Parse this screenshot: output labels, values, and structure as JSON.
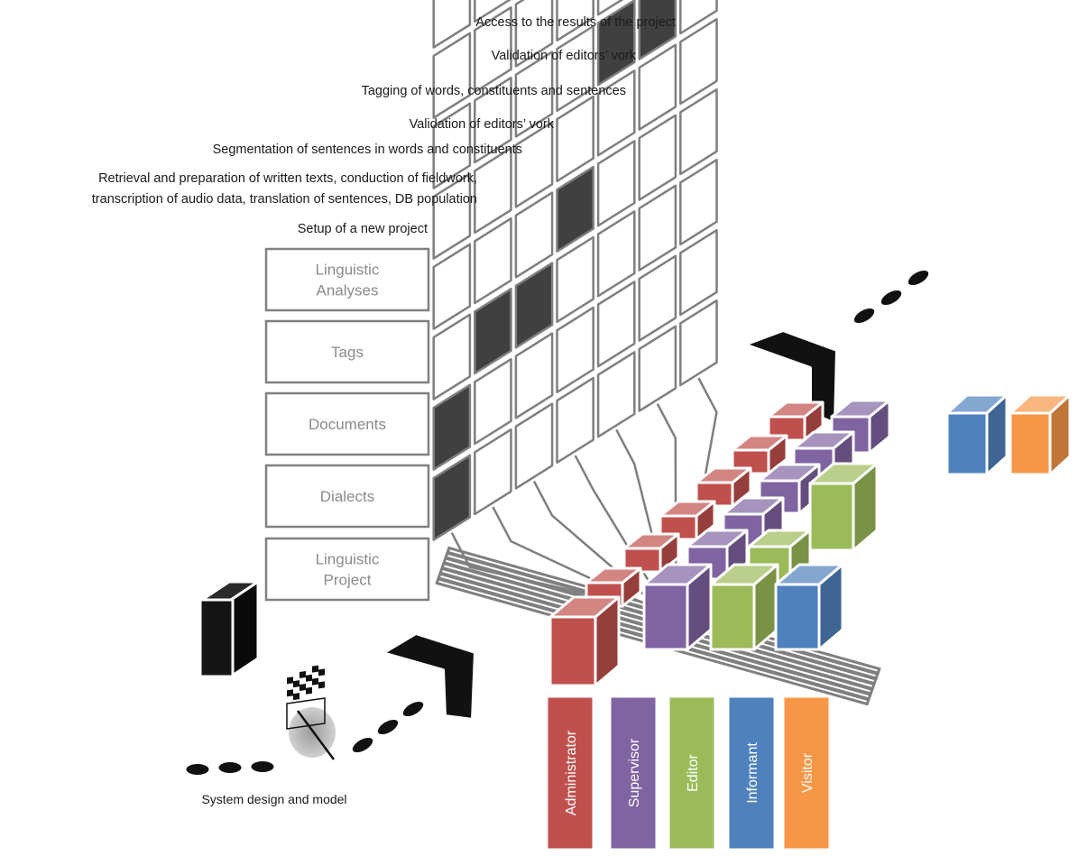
{
  "steps": [
    "Access to the results of the project",
    "Validation of editors’ vork",
    "Tagging of words, constituents and sentences",
    "Validation of editors’ vork",
    "Segmentation of sentences in words and constituents",
    "Retrieval and preparation of written texts, conduction of fieldwork,",
    "transcription of audio data, translation of sentences, DB population",
    "Setup of a new project"
  ],
  "modules": [
    "Linguistic",
    "Analyses",
    "Tags",
    "Documents",
    "Dialects",
    "Linguistic",
    "Project"
  ],
  "roles": [
    {
      "label": "Administrator",
      "color": "#c0504d"
    },
    {
      "label": "Supervisor",
      "color": "#8064a2"
    },
    {
      "label": "Editor",
      "color": "#9bbb59"
    },
    {
      "label": "Informant",
      "color": "#4f81bd"
    },
    {
      "label": "Visitor",
      "color": "#f79646"
    }
  ],
  "design_caption": "System design and model",
  "colors": {
    "grid_line": "#7f7f7f",
    "active_cell": "#404040",
    "grid_fill": "#ffffff",
    "arrow": "#111111"
  }
}
